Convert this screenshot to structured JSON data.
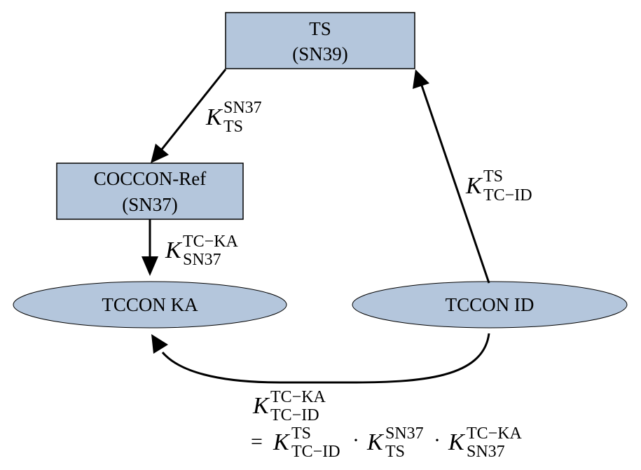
{
  "colors": {
    "node_fill": "#b4c6dc",
    "stroke": "#000000"
  },
  "nodes": {
    "ts": {
      "line1": "TS",
      "line2": "(SN39)",
      "shape": "rectangle"
    },
    "coccon_ref": {
      "line1": "COCCON-Ref",
      "line2": "(SN37)",
      "shape": "rectangle"
    },
    "tccon_ka": {
      "label": "TCCON KA",
      "shape": "ellipse"
    },
    "tccon_id": {
      "label": "TCCON ID",
      "shape": "ellipse"
    }
  },
  "edges": {
    "ts_to_coccon": {
      "from": "TS",
      "to": "COCCON-Ref",
      "symbol": "K",
      "sup": "SN37",
      "sub": "TS"
    },
    "coccon_to_ka": {
      "from": "COCCON-Ref",
      "to": "TCCON KA",
      "symbol": "K",
      "sup": "TC−KA",
      "sub": "SN37"
    },
    "id_to_ts": {
      "from": "TCCON ID",
      "to": "TS",
      "symbol": "K",
      "sup": "TS",
      "sub": "TC−ID"
    },
    "id_to_ka": {
      "from": "TCCON ID",
      "to": "TCCON KA",
      "symbol": "K",
      "sup": "TC−KA",
      "sub": "TC−ID",
      "equals": "=",
      "dot": "·",
      "product": [
        {
          "symbol": "K",
          "sup": "TS",
          "sub": "TC−ID"
        },
        {
          "symbol": "K",
          "sup": "SN37",
          "sub": "TS"
        },
        {
          "symbol": "K",
          "sup": "TC−KA",
          "sub": "SN37"
        }
      ]
    }
  }
}
